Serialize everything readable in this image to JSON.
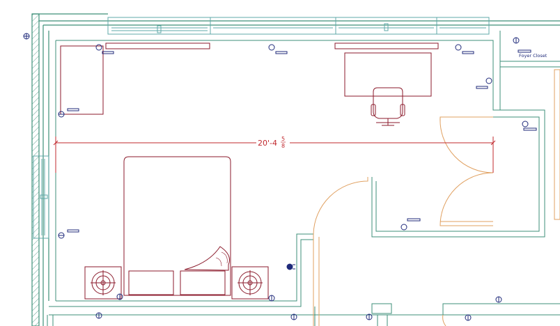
{
  "drawing": {
    "dimension": {
      "feet_inches": "20'-4",
      "fraction_num": "5",
      "fraction_den": "8"
    },
    "room_labels": [
      "Foyer Closet"
    ]
  },
  "colors": {
    "wall": "#3d8f78",
    "furniture": "#8b1a2b",
    "dimension": "#c0282d",
    "door_swing": "#e0a060",
    "window": "#5fa8a8",
    "symbol": "#1f2a7a"
  }
}
